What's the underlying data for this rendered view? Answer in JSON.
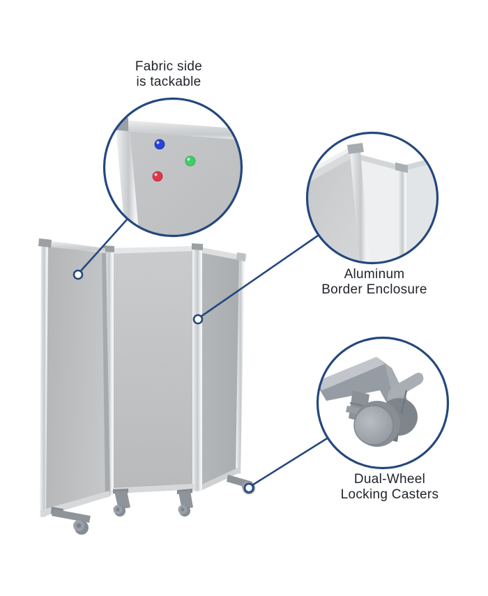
{
  "callouts": [
    {
      "id": "fabric",
      "label_line1": "Fabric side",
      "label_line2": "is tackable"
    },
    {
      "id": "aluminum",
      "label_line1": "Aluminum",
      "label_line2": "Border Enclosure"
    },
    {
      "id": "casters",
      "label_line1": "Dual-Wheel",
      "label_line2": "Locking Casters"
    }
  ],
  "markers": {
    "pushpins": [
      {
        "name": "pushpin-blue-icon",
        "color": "#2743d8"
      },
      {
        "name": "pushpin-green-icon",
        "color": "#3fcf63"
      },
      {
        "name": "pushpin-red-icon",
        "color": "#e0364a"
      }
    ]
  },
  "colors": {
    "page_bg": "#ffffff",
    "accent_navy": "#24477e",
    "label_text": "#20242b",
    "pin_blue": "#2743d8",
    "pin_green": "#3fcf63",
    "pin_red": "#e0364a",
    "panel_gray": "#b9bbbd",
    "aluminum_light": "#e9ebec",
    "caster_gray": "#959ba2"
  }
}
